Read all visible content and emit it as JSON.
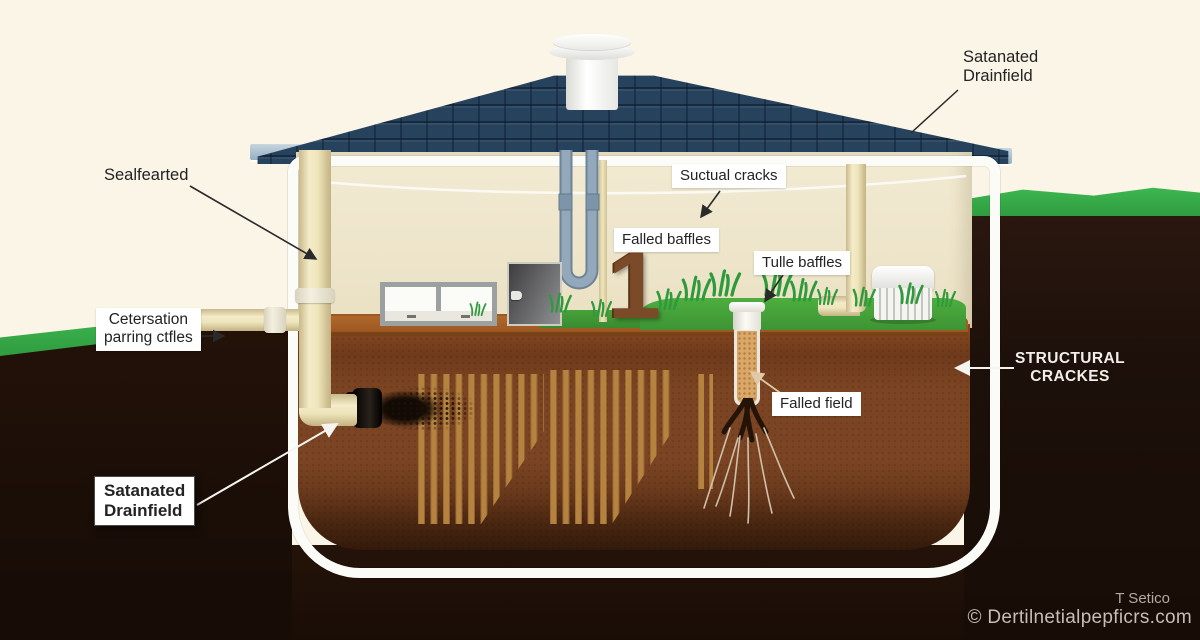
{
  "figure": {
    "type": "septic-system-cross-section-illustration",
    "labels": {
      "saturated_top": {
        "line1": "Satanated",
        "line2": "Drainfield"
      },
      "sealed": "Sealfearted",
      "cetersation": {
        "line1": "Cetersation",
        "line2": "parring ctfles"
      },
      "suctual": "Suctual cracks",
      "falled_baffles": "Falled baffles",
      "tulle_baffles": "Tulle baffles",
      "falled_field": "Falled field",
      "saturated_bottom": {
        "line1": "Satanated",
        "line2": "Drainfield"
      },
      "structural": {
        "line1": "STRUCTURAL",
        "line2": "CRACKES"
      }
    },
    "objects": {
      "numeral": "1"
    },
    "credits": {
      "brand": "T Setico",
      "site": "© Dertilnetialpepficrs.com"
    },
    "colors": {
      "background": "#FAF5E6",
      "roof": "#26425D",
      "fascia": "#A9BDCB",
      "wall": "#EFE7CD",
      "pipe_beige": "#EDE3B8",
      "pipe_gray": "#8EA2B4",
      "grass": "#38B04A",
      "soil_dark": "#221108",
      "soil_brown": "#7B4524",
      "slat_tan": "#B5823F",
      "tank_border": "#FBFBF8"
    }
  }
}
